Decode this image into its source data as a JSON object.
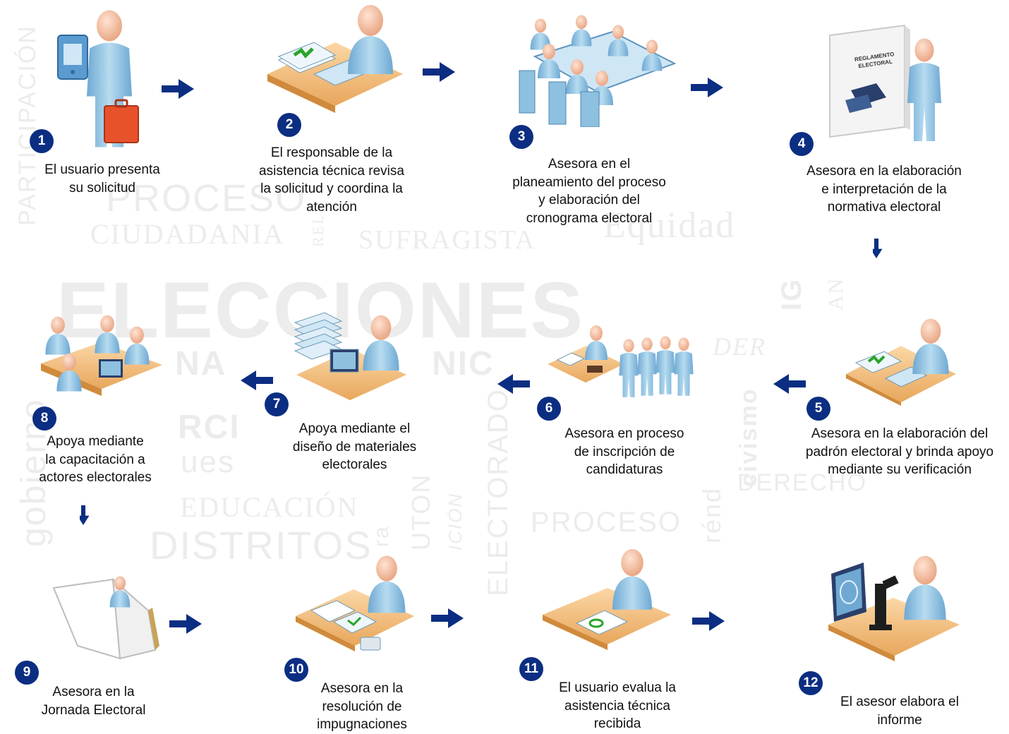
{
  "background_words": [
    "PARTICIPACIÓN",
    "PROCESO",
    "CIUDADANIA",
    "REL",
    "SUFRAGISTA",
    "Equidad",
    "ELECCIONES",
    "NA",
    "NIC",
    "IG",
    "AN",
    "DER",
    "civismo",
    "RCI",
    "ues",
    "EDUCACIÓN",
    "DISTRITOS",
    "ra",
    "UTON",
    "ICIÓN",
    "ELECTORADO",
    "PROCESO",
    "rénd",
    "gobierno",
    "DERECHO"
  ],
  "book": {
    "title_line1": "REGLAMENTO",
    "title_line2": "ELECTORAL"
  },
  "colors": {
    "badge": "#0b2e82",
    "arrow": "#0b2e82",
    "figure": "#8ec0df",
    "desk": "#f3c48a"
  },
  "steps": [
    {
      "number": "1",
      "lines": [
        "El usuario presenta",
        "su solicitud"
      ],
      "icon": "user-with-briefcase-icon"
    },
    {
      "number": "2",
      "lines": [
        "El responsable de la",
        "asistencia técnica revisa",
        "la solicitud y coordina la",
        "atención"
      ],
      "icon": "review-documents-icon"
    },
    {
      "number": "3",
      "lines": [
        "Asesora en el",
        "planeamiento del proceso",
        "y elaboración del",
        "cronograma electoral"
      ],
      "icon": "meeting-table-icon"
    },
    {
      "number": "4",
      "lines": [
        "Asesora en la elaboración",
        "e interpretación de la",
        "normativa electoral"
      ],
      "icon": "regulation-book-icon"
    },
    {
      "number": "5",
      "lines": [
        "Asesora en la elaboración del",
        "padrón electoral y brinda apoyo",
        "mediante su verificación"
      ],
      "icon": "voter-roll-desk-icon"
    },
    {
      "number": "6",
      "lines": [
        "Asesora en proceso",
        "de inscripción de",
        "candidaturas"
      ],
      "icon": "candidate-registration-icon"
    },
    {
      "number": "7",
      "lines": [
        "Apoya mediante el",
        "diseño de materiales",
        "electorales"
      ],
      "icon": "material-design-computer-icon"
    },
    {
      "number": "8",
      "lines": [
        "Apoya mediante",
        "la capacitación a",
        "actores electorales"
      ],
      "icon": "training-group-icon"
    },
    {
      "number": "9",
      "lines": [
        "Asesora en la",
        "Jornada Electoral"
      ],
      "icon": "voting-booth-icon"
    },
    {
      "number": "10",
      "lines": [
        "Asesora en la",
        "resolución de",
        "impugnaciones"
      ],
      "icon": "challenge-resolution-icon"
    },
    {
      "number": "11",
      "lines": [
        "El usuario evalua la",
        "asistencia técnica",
        "recibida"
      ],
      "icon": "evaluation-form-icon"
    },
    {
      "number": "12",
      "lines": [
        "El asesor elabora el",
        "informe"
      ],
      "icon": "report-lab-icon"
    }
  ]
}
